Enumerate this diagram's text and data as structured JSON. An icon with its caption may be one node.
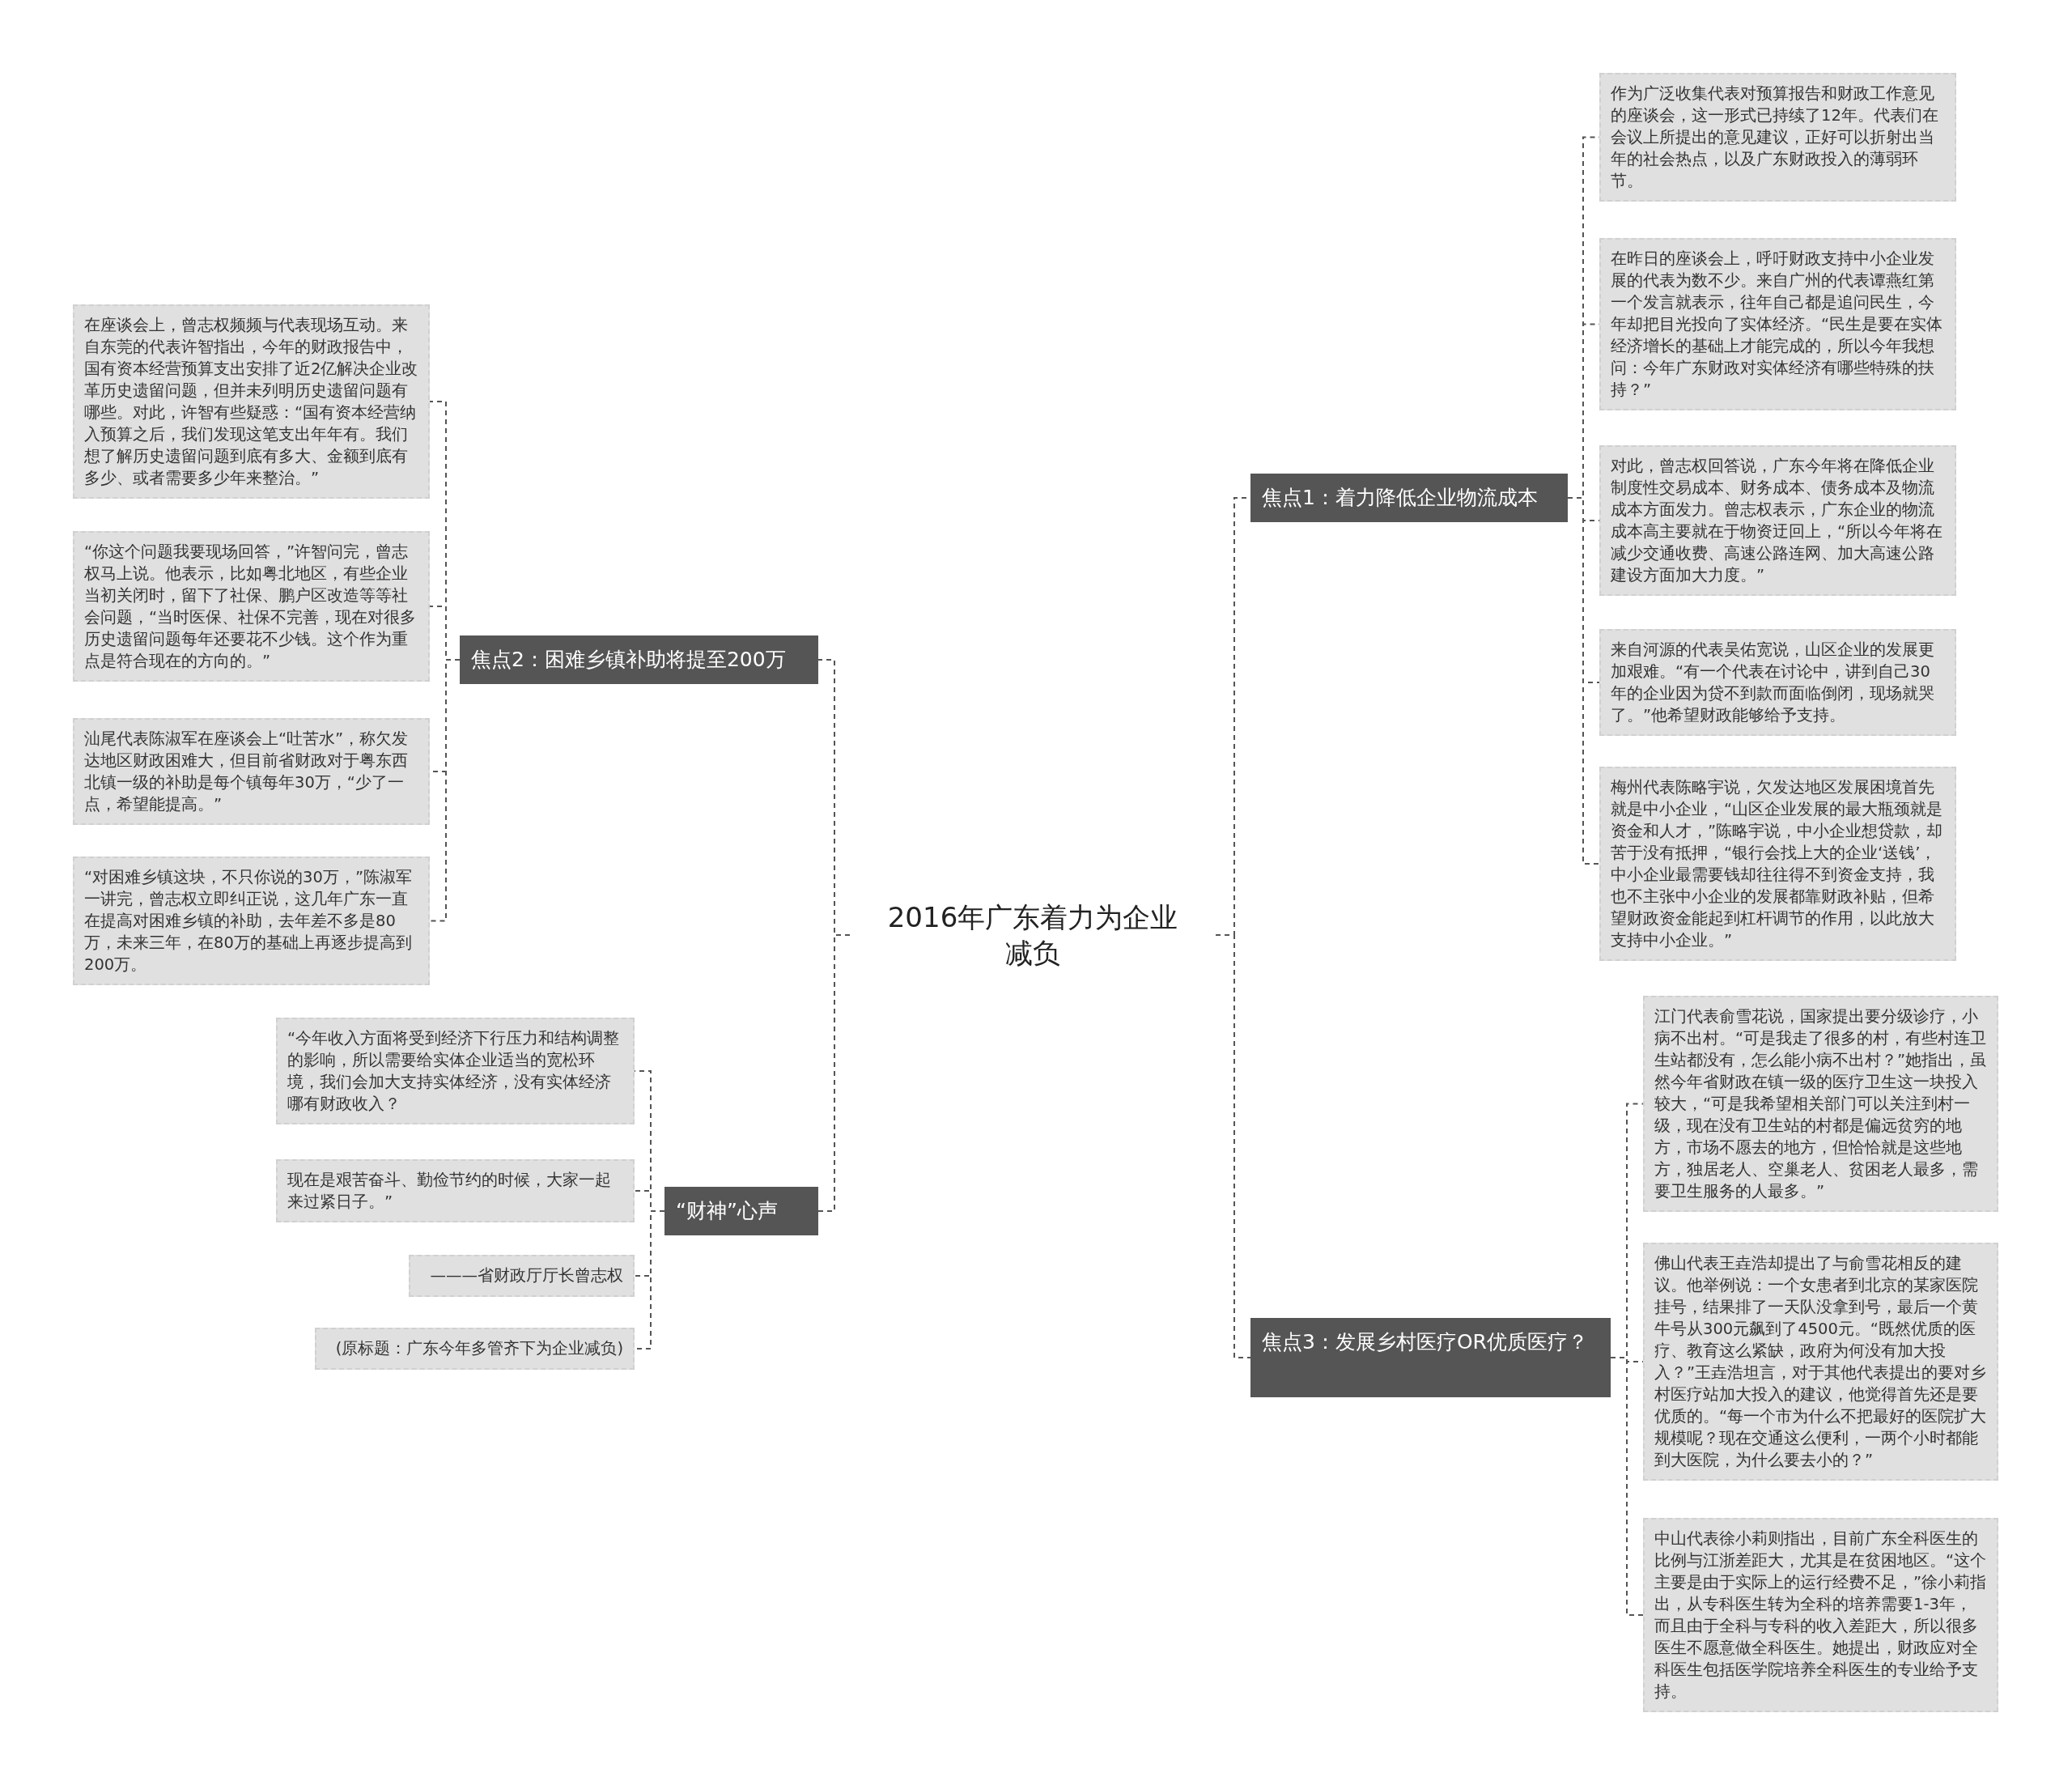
{
  "diagram": {
    "nodes": [
      {
        "text": [
          "2016年广东着力为企业减负"
        ]
      },
      {
        "text": [
          "焦点1：着力降低企业物流成本"
        ]
      },
      {
        "text": [
          "作为广泛收集代表对预算报告和财政工作意见的座谈会，这一形式已持续了12年。代表们在会议上所提出的意见建议，正好可以折射出当年的社会热点，以及广东财政投入的薄弱环节。"
        ]
      },
      {
        "text": [
          "在昨日的座谈会上，呼吁财政支持中小企业发展的代表为数不少。来自广州的代表谭燕红第一个发言就表示，往年自己都是追问民生，今年却把目光投向了实体经济。“民生是要在实体经济增长的基础上才能完成的，所以今年我想问：今年广东财政对实体经济有哪些特殊的扶持？”"
        ]
      },
      {
        "text": [
          "对此，曾志权回答说，广东今年将在降低企业制度性交易成本、财务成本、债务成本及物流成本方面发力。曾志权表示，广东企业的物流成本高主要就在于物资迂回上，“所以今年将在减少交通收费、高速公路连网、加大高速公路建设方面加大力度。”"
        ]
      },
      {
        "text": [
          "来自河源的代表吴佑宽说，山区企业的发展更加艰难。“有一个代表在讨论中，讲到自己30年的企业因为贷不到款而面临倒闭，现场就哭了。”他希望财政能够给予支持。"
        ]
      },
      {
        "text": [
          "梅州代表陈略宇说，欠发达地区发展困境首先就是中小企业，“山区企业发展的最大瓶颈就是资金和人才，”陈略宇说，中小企业想贷款，却苦于没有抵押，“银行会找上大的企业‘送钱’，中小企业最需要钱却往往得不到资金支持，我也不主张中小企业的发展都靠财政补贴，但希望财政资金能起到杠杆调节的作用，以此放大支持中小企业。”"
        ]
      },
      {
        "text": [
          "焦点2：困难乡镇补助将提至200万"
        ]
      },
      {
        "text": [
          "在座谈会上，曾志权频频与代表现场互动。来自东莞的代表许智指出，今年的财政报告中，国有资本经营预算支出安排了近2亿解决企业改革历史遗留问题，但并未列明历史遗留问题有哪些。对此，许智有些疑惑：“国有资本经营纳入预算之后，我们发现这笔支出年年有。我们想了解历史遗留问题到底有多大、金额到底有多少、或者需要多少年来整治。”"
        ]
      },
      {
        "text": [
          "“你这个问题我要现场回答，”许智问完，曾志权马上说。他表示，比如粤北地区，有些企业当初关闭时，留下了社保、鹏户区改造等等社会问题，“当时医保、社保不完善，现在对很多历史遗留问题每年还要花不少钱。这个作为重点是符合现在的方向的。”"
        ]
      },
      {
        "text": [
          "汕尾代表陈淑军在座谈会上“吐苦水”，称欠发达地区财政困难大，但目前省财政对于粤东西北镇一级的补助是每个镇每年30万，“少了一点，希望能提高。”"
        ]
      },
      {
        "text": [
          "“对困难乡镇这块，不只你说的30万，”陈淑军一讲完，曾志权立即纠正说，这几年广东一直在提高对困难乡镇的补助，去年差不多是80万，未来三年，在80万的基础上再逐步提高到200万。"
        ]
      },
      {
        "text": [
          "“财神”心声"
        ]
      },
      {
        "text": [
          "“今年收入方面将受到经济下行压力和结构调整的影响，所以需要给实体企业适当的宽松环境，我们会加大支持实体经济，没有实体经济哪有财政收入？"
        ]
      },
      {
        "text": [
          "现在是艰苦奋斗、勤俭节约的时候，大家一起来过紧日子。”"
        ]
      },
      {
        "text": [
          "———省财政厅厅长曾志权"
        ]
      },
      {
        "text": [
          "(原标题：广东今年多管齐下为企业减负)"
        ]
      },
      {
        "text": [
          "焦点3：发展乡村医疗OR优质医疗？"
        ]
      },
      {
        "text": [
          "江门代表俞雪花说，国家提出要分级诊疗，小病不出村。“可是我走了很多的村，有些村连卫生站都没有，怎么能小病不出村？”她指出，虽然今年省财政在镇一级的医疗卫生这一块投入较大，“可是我希望相关部门可以关注到村一级，现在没有卫生站的村都是偏远贫穷的地方，市场不愿去的地方，但恰恰就是这些地方，独居老人、空巢老人、贫困老人最多，需要卫生服务的人最多。”"
        ]
      },
      {
        "text": [
          "佛山代表王垚浩却提出了与俞雪花相反的建议。他举例说：一个女患者到北京的某家医院挂号，结果排了一天队没拿到号，最后一个黄牛号从300元飙到了4500元。“既然优质的医疗、教育这么紧缺，政府为何没有加大投入？”王垚浩坦言，对于其他代表提出的要对乡村医疗站加大投入的建议，他觉得首先还是要优质的。“每一个市为什么不把最好的医院扩大规模呢？现在交通这么便利，一两个小时都能到大医院，为什么要去小的？”"
        ]
      },
      {
        "text": [
          "中山代表徐小莉则指出，目前广东全科医生的比例与江浙差距大，尤其是在贫困地区。“这个主要是由于实际上的运行经费不足，”徐小莉指出，从专科医生转为全科的培养需要1-3年，而且由于全科与专科的收入差距大，所以很多医生不愿意做全科医生。她提出，财政应对全科医生包括医学院培养全科医生的专业给予支持。"
        ]
      }
    ],
    "edges": [
      {
        "from": 0,
        "to": 1,
        "arrow": "none"
      },
      {
        "from": 0,
        "to": 7,
        "arrow": "none"
      },
      {
        "from": 0,
        "to": 12,
        "arrow": "none"
      },
      {
        "from": 0,
        "to": 17,
        "arrow": "none"
      },
      {
        "from": 1,
        "to": 2,
        "arrow": "none"
      },
      {
        "from": 1,
        "to": 3,
        "arrow": "none"
      },
      {
        "from": 1,
        "to": 4,
        "arrow": "none"
      },
      {
        "from": 1,
        "to": 5,
        "arrow": "none"
      },
      {
        "from": 1,
        "to": 6,
        "arrow": "none"
      },
      {
        "from": 7,
        "to": 8,
        "arrow": "none"
      },
      {
        "from": 7,
        "to": 9,
        "arrow": "none"
      },
      {
        "from": 7,
        "to": 10,
        "arrow": "none"
      },
      {
        "from": 7,
        "to": 11,
        "arrow": "none"
      },
      {
        "from": 12,
        "to": 13,
        "arrow": "none"
      },
      {
        "from": 12,
        "to": 14,
        "arrow": "none"
      },
      {
        "from": 12,
        "to": 15,
        "arrow": "none"
      },
      {
        "from": 12,
        "to": 16,
        "arrow": "none"
      },
      {
        "from": 17,
        "to": 18,
        "arrow": "none"
      },
      {
        "from": 17,
        "to": 19,
        "arrow": "none"
      },
      {
        "from": 17,
        "to": 20,
        "arrow": "none"
      }
    ]
  }
}
